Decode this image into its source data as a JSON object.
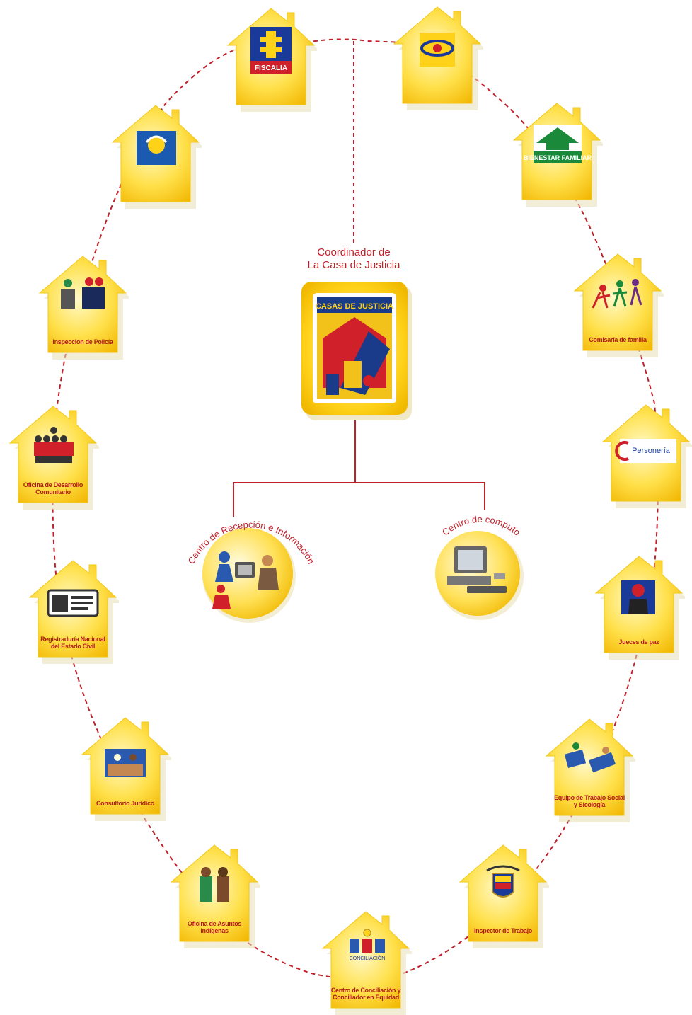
{
  "coordinator": {
    "title_line1": "Coordinador de",
    "title_line2": "La Casa de Justicia",
    "logo_text": "CASAS DE JUSTICIA"
  },
  "centers": [
    {
      "id": "recepcion",
      "label": "Centro de Recepción e Información",
      "icon": "reception-people-icon"
    },
    {
      "id": "computo",
      "label": "Centro de computo",
      "icon": "computer-icon"
    }
  ],
  "houses": [
    {
      "id": "fiscalia",
      "label": "",
      "logo_text": "FISCALIA",
      "icon": "fiscalia-logo-icon"
    },
    {
      "id": "medicina-legal",
      "label": "",
      "logo_text": "",
      "icon": "medicina-legal-eye-icon"
    },
    {
      "id": "bienestar",
      "label": "",
      "logo_text": "BIENESTAR FAMILIAR",
      "icon": "bienestar-familiar-logo-icon"
    },
    {
      "id": "comisaria",
      "label": "Comisaría de familia",
      "icon": "family-figures-icon"
    },
    {
      "id": "personeria",
      "label": "",
      "logo_text": "Personería",
      "icon": "personeria-logo-icon"
    },
    {
      "id": "jueces",
      "label": "Jueces de paz",
      "icon": "judge-figure-icon"
    },
    {
      "id": "equipo",
      "label": "Equipo de Trabajo Social y Sicología",
      "icon": "social-work-icon"
    },
    {
      "id": "inspector-trabajo",
      "label": "Inspector de Trabajo",
      "icon": "coat-of-arms-icon"
    },
    {
      "id": "conciliacion",
      "label": "Centro de Conciliación y Conciliador en Equidad",
      "logo_text": "CONCILIACIÓN",
      "icon": "conciliation-logo-icon"
    },
    {
      "id": "indigenas",
      "label": "Oficina de Asuntos Indígenas",
      "icon": "indigenous-figures-icon"
    },
    {
      "id": "consultorio",
      "label": "Consultorio Jurídico",
      "icon": "legal-desk-icon"
    },
    {
      "id": "registraduria",
      "label": "Registraduría Nacional del Estado Civil",
      "icon": "id-card-icon"
    },
    {
      "id": "desarrollo",
      "label": "Oficina de Desarrollo Comunitario",
      "icon": "community-meeting-icon"
    },
    {
      "id": "inspeccion-policia",
      "label": "Inspección de Policía",
      "icon": "police-figures-icon"
    },
    {
      "id": "derechos-humanos",
      "label": "",
      "logo_text": "",
      "icon": "human-rights-logo-icon"
    }
  ],
  "colors": {
    "house_yellow": "#ffd21a",
    "house_light": "#fff4a8",
    "connector_red": "#c0202a",
    "text_red": "#b01a1a"
  }
}
